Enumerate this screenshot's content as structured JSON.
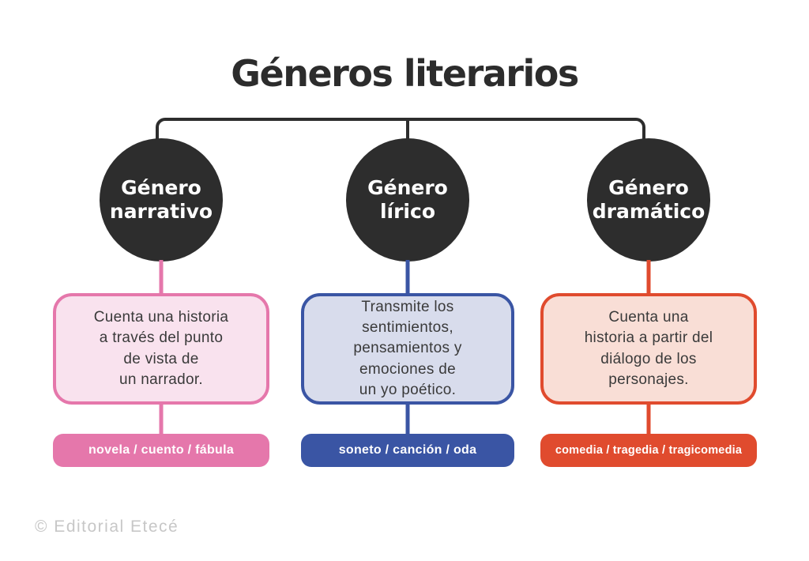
{
  "title": "Géneros literarios",
  "footer": {
    "credit": "© Editorial Etecé"
  },
  "connector_color": "#2d2d2d",
  "circle_color": "#2d2d2d",
  "branches": [
    {
      "name": "Género narrativo",
      "circle_label": "Género\nnarrativo",
      "description": "Cuenta una historia\na través del punto\nde vista de\nun narrador.",
      "examples": "novela / cuento / fábula",
      "accent_color": "#e577ab",
      "fill_color": "#f9e2ee"
    },
    {
      "name": "Género lírico",
      "circle_label": "Género\nlírico",
      "description": "Transmite los\nsentimientos,\npensamientos y\nemociones de\nun yo poético.",
      "examples": "soneto / canción / oda",
      "accent_color": "#3a55a4",
      "fill_color": "#d8dcec"
    },
    {
      "name": "Género dramático",
      "circle_label": "Género\ndramático",
      "description": "Cuenta una\nhistoria a partir del\ndiálogo de los\npersonajes.",
      "examples": "comedia / tragedia / tragicomedia",
      "accent_color": "#e04b2e",
      "fill_color": "#f9ded6"
    }
  ]
}
